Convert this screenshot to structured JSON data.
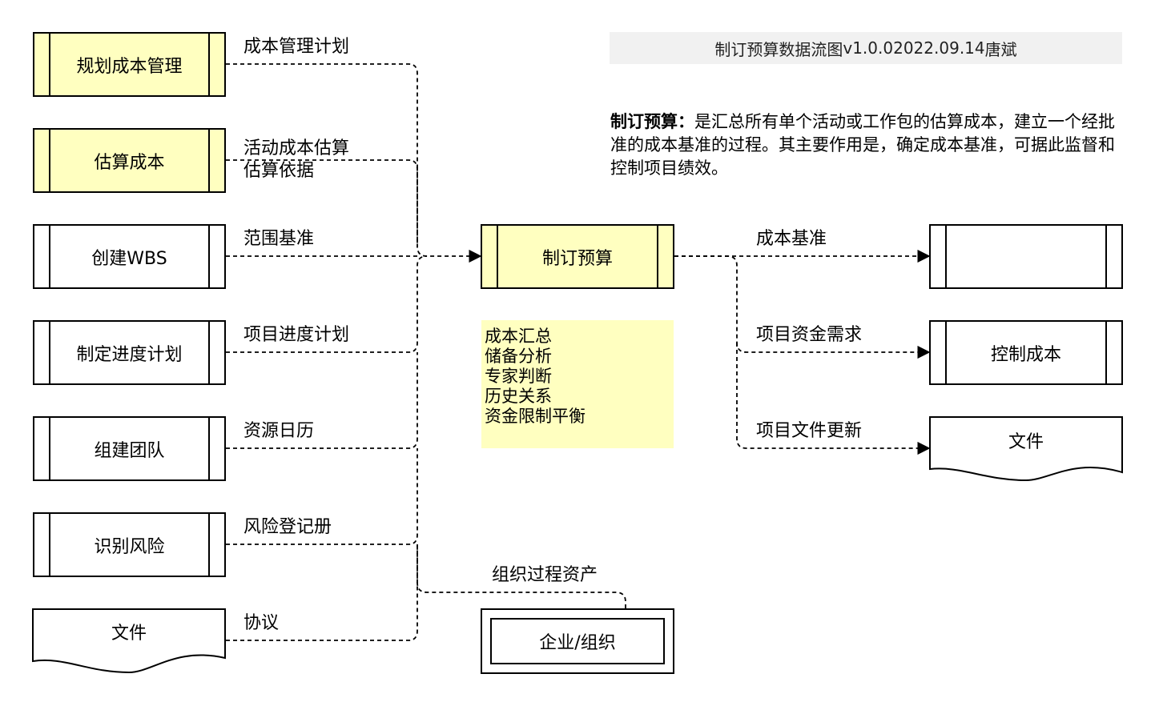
{
  "header": {
    "title": "制订预算数据流图",
    "version": "v1.0.0",
    "date": "2022.09.14",
    "author": "唐斌"
  },
  "description": {
    "bold": "制订预算：",
    "text": "是汇总所有单个活动或工作包的估算成本，建立一个经批准的成本基准的过程。其主要作用是，确定成本基准，可据此监督和控制项目绩效。"
  },
  "inputs": [
    {
      "process": "规划成本管理",
      "flow": "成本管理计划"
    },
    {
      "process": "估算成本",
      "flow": "活动成本估算",
      "flow2": "估算依据"
    },
    {
      "process": "创建WBS",
      "flow": "范围基准"
    },
    {
      "process": "制定进度计划",
      "flow": "项目进度计划"
    },
    {
      "process": "组建团队",
      "flow": "资源日历"
    },
    {
      "process": "识别风险",
      "flow": "风险登记册"
    },
    {
      "process": "文件",
      "flow": "协议"
    }
  ],
  "center_process": "制订预算",
  "tools": [
    "成本汇总",
    "储备分析",
    "专家判断",
    "历史关系",
    "资金限制平衡"
  ],
  "outputs": [
    {
      "flow": "成本基准",
      "target": ""
    },
    {
      "flow": "项目资金需求",
      "target": "控制成本"
    },
    {
      "flow": "项目文件更新",
      "target": "文件"
    }
  ],
  "org": {
    "flow": "组织过程资产",
    "entity": "企业/组织"
  },
  "colors": {
    "highlight": "#ffffc0",
    "header_bg": "#f1f1f1",
    "line": "#000000"
  }
}
